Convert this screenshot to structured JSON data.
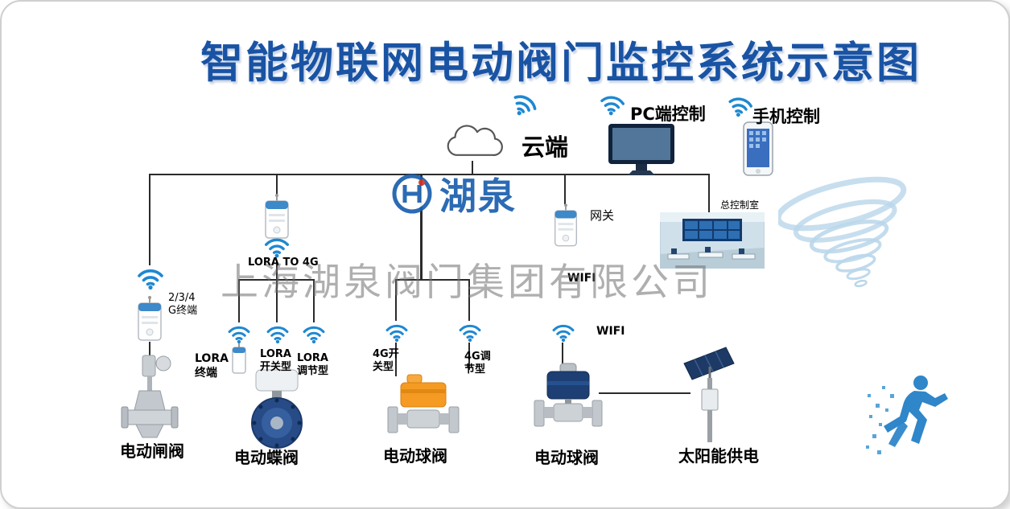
{
  "title": "智能物联网电动阀门监控系统示意图",
  "watermark": {
    "logo_text": "湖泉",
    "company_name": "上海湖泉阀门集团有限公司"
  },
  "cloud": {
    "label": "云端"
  },
  "controls": {
    "pc_label": "PC端控制",
    "mobile_label": "手机控制"
  },
  "network": {
    "terminal_234g_label": "2/3/4\nG终端",
    "lora_to_4g_label": "LORA TO 4G",
    "lora_terminal_label": "LORA\n终端",
    "lora_switch_label": "LORA\n开关型",
    "lora_regulate_label": "LORA\n调节型",
    "g4_switch_label": "4G开\n关型",
    "g4_regulate_label": "4G调\n节型",
    "gateway_label": "网关",
    "control_room_label": "总控制室",
    "wifi_label_mid": "WIFI",
    "wifi_label_lower": "WIFI"
  },
  "equipment": {
    "gate_valve_label": "电动闸阀",
    "butterfly_valve_label": "电动蝶阀",
    "ball_valve_1_label": "电动球阀",
    "ball_valve_2_label": "电动球阀",
    "solar_power_label": "太阳能供电"
  },
  "icons": {
    "wifi": "wifi-signal",
    "cloud": "cloud",
    "pc": "desktop-monitor",
    "mobile": "smartphone"
  },
  "colors": {
    "title_blue": "#1953a4",
    "wifi_blue": "#1e88d2",
    "actuator_orange": "#f59a23",
    "watermark_gray": "#6f6f6f",
    "logo_blue": "#1b5fae"
  }
}
